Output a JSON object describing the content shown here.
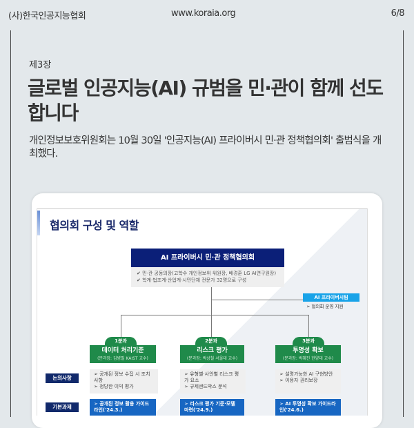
{
  "header": {
    "org": "(사)한국인공지능협회",
    "url": "www.koraia.org",
    "page": "6/8"
  },
  "article": {
    "chapter": "제3장",
    "title": "글로벌 인공지능(AI) 규범을 민·관이 함께 선도합니다",
    "lead": "개인정보보호위원회는 10월 30일 '인공지능(AI) 프라이버시 민·관 정책협의회' 출범식을 개최했다."
  },
  "slide": {
    "title": "협의회 구성 및 역할",
    "council": {
      "name": "AI 프라이버시 민·관 정책협의회",
      "details": [
        "✔  민·관 공동의장(고학수 개인정보위 위원장, 배경훈 LG AI연구원장)",
        "✔  학계·법조계·산업계·시민단체 전문가 32명으로 구성"
      ]
    },
    "team": {
      "name": "AI 프라이버시팀",
      "role": "➢ 협의회 운영 지원"
    },
    "row_labels": [
      "논의사항",
      "기본과제"
    ],
    "groups": [
      {
        "tab": "1분과",
        "name": "데이터 처리기준",
        "chair": "(분과장: 김병필 KAIST 교수)",
        "topics": [
          "➢  공개된 정보 수집 시 조치사항",
          "➢  정당한 이익 평가"
        ],
        "task": "➢ 공개된 정보 활용 가이드라인('24.3.)"
      },
      {
        "tab": "2분과",
        "name": "리스크 평가",
        "chair": "(분과장: 박상철 서울대 교수)",
        "topics": [
          "➢  유형별·사안별 리스크 평가 요소",
          "➢  규제샌드박스 분석"
        ],
        "task": "➢ 리스크 평가 기준·모델 마련('24.9.)"
      },
      {
        "tab": "3분과",
        "name": "투명성 확보",
        "chair": "(분과장: 박혜진 한양대 교수)",
        "topics": [
          "➢  설명가능한 AI 구현방안",
          "➢  이용자 권리보장"
        ],
        "task": "➢ AI 투명성 확보 가이드라인('24.6.)"
      }
    ]
  },
  "colors": {
    "navy": "#0b1f78",
    "green": "#1f8a4a",
    "blue": "#1766c2",
    "background": "#e3e8eb"
  }
}
